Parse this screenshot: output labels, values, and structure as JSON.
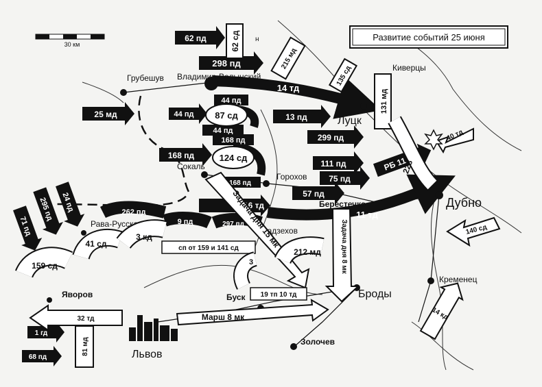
{
  "title": "Развитие событий 25 июня",
  "scale_label": "30 км",
  "north": "н",
  "cities": {
    "grubeshuv": "Грубешув",
    "vladimir": "Владимир-Волынский",
    "kivertsy": "Киверцы",
    "lutsk": "Луцк",
    "sokal": "Сокаль",
    "gorokhov": "Горохов",
    "berestechko": "Берестечко",
    "dubno": "Дубно",
    "rava": "Рава-Русская",
    "radzekhov": "Радзехов",
    "kremenets": "Кременец",
    "yavorov": "Яворов",
    "busk": "Буск",
    "brody": "Броды",
    "lvov": "Львов",
    "zolochev": "Золочев"
  },
  "units": {
    "pd62": "62 пд",
    "sd62": "62 сд",
    "pd298": "298 пд",
    "md215": "215 мд",
    "sd135": "135 сд",
    "td14": "14 тд",
    "md25": "25 мд",
    "pd44a": "44 пд",
    "pd44b": "44 пд",
    "pd44c": "44 пд",
    "sd87": "87 сд",
    "pd13": "13 пд",
    "md131": "131 мд",
    "td40": "40 тд",
    "pd299": "299 пд",
    "pd168a": "168 пд",
    "pd168b": "168 пд",
    "sd124": "124 сд",
    "pd168c": "168 пд",
    "pd111": "111 пд",
    "pd75": "75 пд",
    "rb11": "РБ 11 тд",
    "td228": "228",
    "pd57": "57 пд",
    "td16": "16 тд",
    "td11": "11 тд",
    "pd262": "262 пд",
    "pd295": "295 пд",
    "pd24": "24 пд",
    "pd71": "71 пд",
    "pd9": "9 пд",
    "pd297": "297 пд",
    "task15": "Задача дня 15 мк",
    "task8": "Задача дня 8 мк",
    "sd41": "41 сд",
    "kd3": "3 кд",
    "sp": "сп от 159 и 141 сд",
    "md212": "212 мд",
    "sd140": "140 сд",
    "sd159": "159 сд",
    "num3": "3",
    "tp19": "19 тп 10 тд",
    "kd14": "14 кд",
    "td32": "32 тд",
    "march8": "Марш 8 мк",
    "gd1": "1 гд",
    "md81": "81 мд",
    "pd68": "68 пд"
  },
  "icons": [
    "city-dot-icon",
    "explosion-icon",
    "skyline-icon",
    "scale-bar-icon"
  ]
}
